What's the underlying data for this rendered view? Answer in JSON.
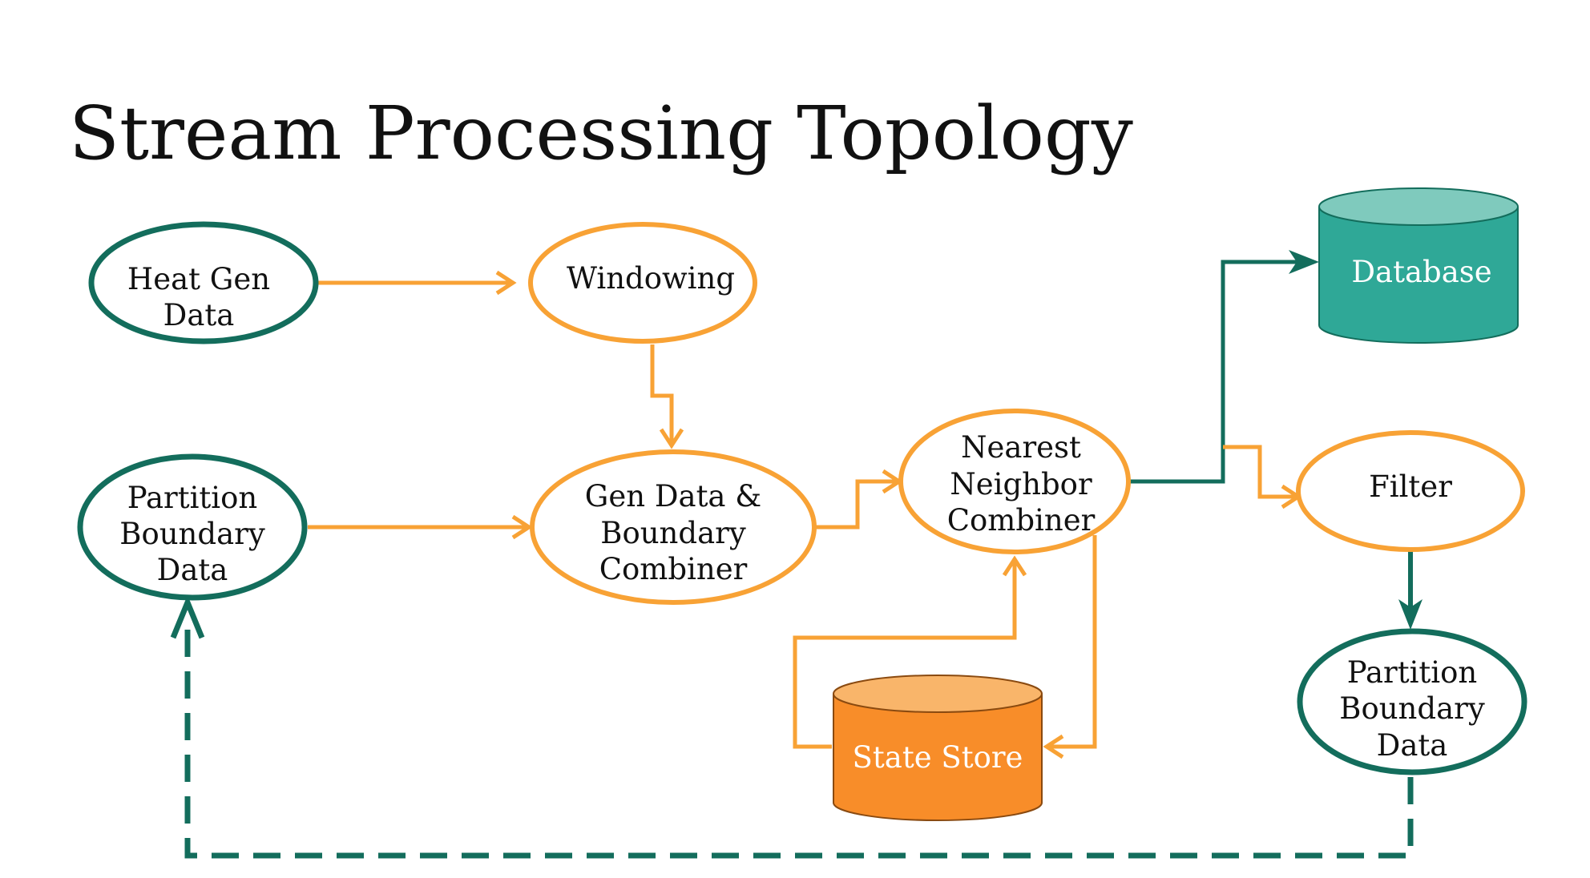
{
  "title": "Stream Processing Topology",
  "colors": {
    "teal": "#136d5c",
    "orange": "#f8a235",
    "database_body": "#2fa897",
    "database_top": "#7fcabd",
    "state_body": "#f88d29",
    "state_top": "#f9b56a"
  },
  "nodes": {
    "heat_gen": {
      "line1": "Heat Gen",
      "line2": "Data"
    },
    "windowing": {
      "line1": "Windowing"
    },
    "partition_in": {
      "line1": "Partition",
      "line2": "Boundary",
      "line3": "Data"
    },
    "combiner": {
      "line1": "Gen Data &",
      "line2": "Boundary",
      "line3": "Combiner"
    },
    "nearest": {
      "line1": "Nearest",
      "line2": "Neighbor",
      "line3": "Combiner"
    },
    "database": {
      "label": "Database"
    },
    "filter": {
      "line1": "Filter"
    },
    "partition_out": {
      "line1": "Partition",
      "line2": "Boundary",
      "line3": "Data"
    },
    "state_store": {
      "label": "State Store"
    }
  }
}
